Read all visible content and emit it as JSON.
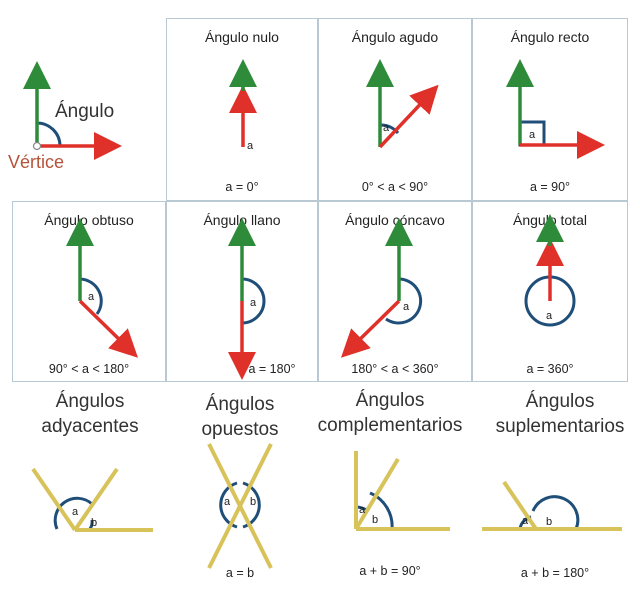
{
  "intro": {
    "angle_label": "Ángulo",
    "vertex_label": "Vértice"
  },
  "cells": [
    {
      "title": "Ángulo nulo",
      "formula": "a = 0°",
      "a_label": "a"
    },
    {
      "title": "Ángulo agudo",
      "formula": "0° < a < 90°",
      "a_label": "a"
    },
    {
      "title": "Ángulo recto",
      "formula": "a = 90°",
      "a_label": "a"
    },
    {
      "title": "Ángulo obtuso",
      "formula": "90° < a < 180°",
      "a_label": "a"
    },
    {
      "title": "Ángulo llano",
      "formula": "a = 180°",
      "a_label": "a"
    },
    {
      "title": "Ángulo cóncavo",
      "formula": "180° < a < 360°",
      "a_label": "a"
    },
    {
      "title": "Ángulo total",
      "formula": "a = 360°",
      "a_label": "a"
    }
  ],
  "pairs": [
    {
      "title_line1": "Ángulos",
      "title_line2": "adyacentes",
      "formula": "",
      "a_label": "a",
      "b_label": "b"
    },
    {
      "title_line1": "Ángulos",
      "title_line2": "opuestos",
      "formula": "a = b",
      "a_label": "a",
      "b_label": "b"
    },
    {
      "title_line1": "Ángulos",
      "title_line2": "complementarios",
      "formula": "a + b = 90°",
      "a_label": "a",
      "b_label": "b"
    },
    {
      "title_line1": "Ángulos",
      "title_line2": "suplementarios",
      "formula": "a + b = 180°",
      "a_label": "a",
      "b_label": "b"
    }
  ],
  "colors": {
    "green_arrow": "#2e8b3a",
    "red_arrow": "#e0302a",
    "arc_blue": "#1f4e79",
    "line_gold": "#d8c25a",
    "grid_border": "#b9c9d3",
    "vertex_text": "#b5533a"
  }
}
